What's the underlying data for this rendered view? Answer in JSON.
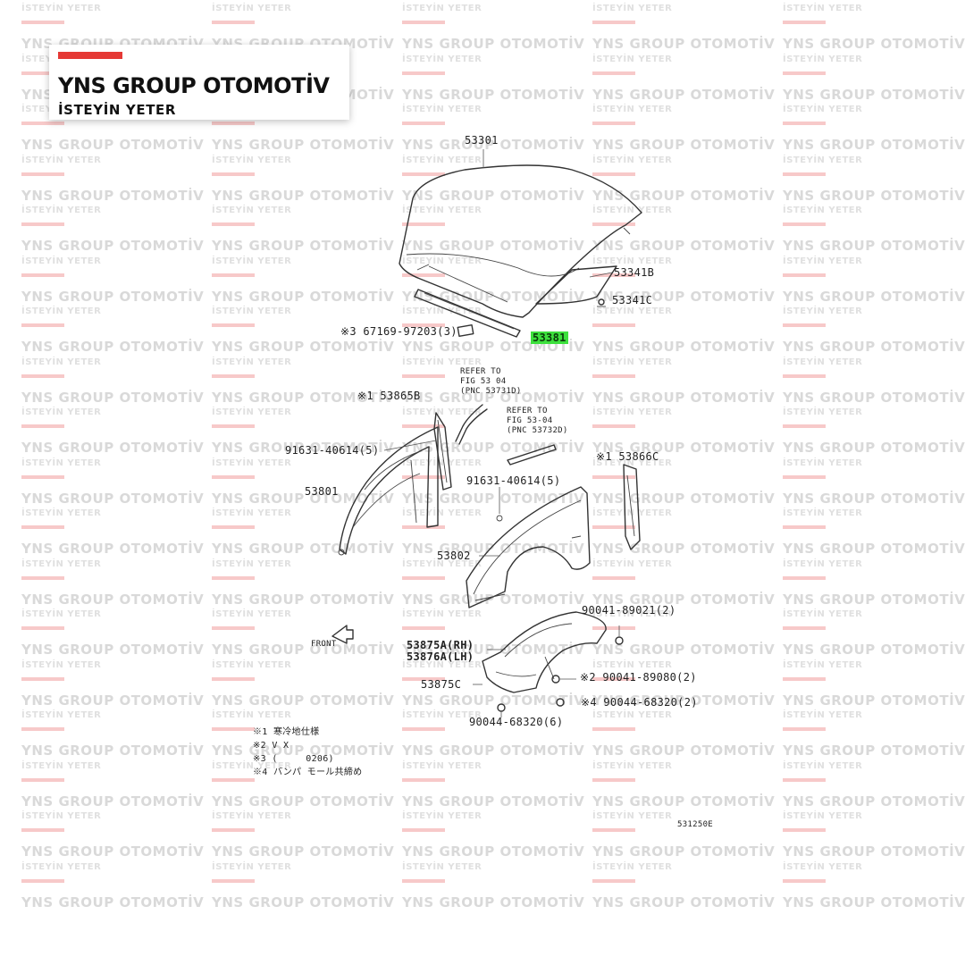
{
  "brand": {
    "title": "YNS GROUP OTOMOTİV",
    "subtitle": "İSTEYİN YETER",
    "accent_color": "#e53935"
  },
  "watermark": {
    "main": "YNS GROUP OTOMOTİV",
    "sub": "İSTEYİN YETER"
  },
  "labels": {
    "hood": "53301",
    "hood_insulator_b": "53341B",
    "hood_insulator_c": "53341C",
    "clip_67169": "※3 67169-97203(3)",
    "highlighted_part": "53381",
    "refer_1": "REFER TO\nFIG 53 04\n(PNC 53731D)",
    "refer_2": "REFER TO\nFIG 53-04\n(PNC 53732D)",
    "seal_b": "※1 53865B",
    "screw_left": "91631-40614(5)",
    "screw_right": "91631-40614(5)",
    "seal_c": "※1 53866C",
    "fender_lh": "53801",
    "fender_rh": "53802",
    "bolt_89021": "90041-89021(2)",
    "liner_rh": "53875A(RH)",
    "liner_lh": "53876A(LH)",
    "liner_c": "53875C",
    "bolt_89080": "※2 90041-89080(2)",
    "bolt_68320_2": "※4 90044-68320(2)",
    "bolt_68320_6": "90044-68320(6)",
    "front_arrow": "FRONT",
    "note_1": "※1 寒冷地仕様",
    "note_2": "※2 V X",
    "note_3": "※3 (     0206)",
    "note_4": "※4 バンパ モール共締め",
    "diagram_code": "531250E"
  },
  "highlight_color": "#3de03d"
}
